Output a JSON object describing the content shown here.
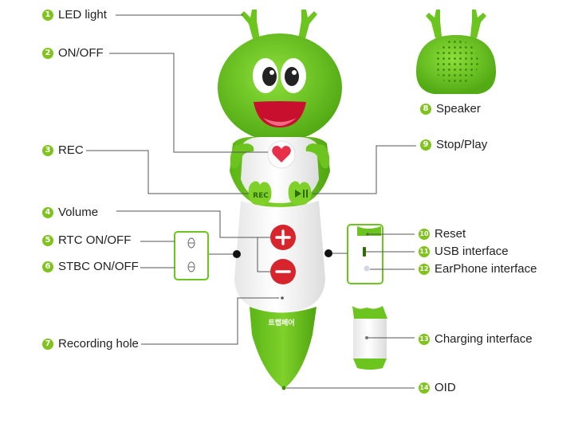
{
  "labels": [
    {
      "num": "1",
      "text": "LED light"
    },
    {
      "num": "2",
      "text": "ON/OFF"
    },
    {
      "num": "3",
      "text": "REC"
    },
    {
      "num": "4",
      "text": "Volume"
    },
    {
      "num": "5",
      "text": "RTC ON/OFF"
    },
    {
      "num": "6",
      "text": "STBC ON/OFF"
    },
    {
      "num": "7",
      "text": "Recording hole"
    },
    {
      "num": "8",
      "text": "Speaker"
    },
    {
      "num": "9",
      "text": "Stop/Play"
    },
    {
      "num": "10",
      "text": "Reset"
    },
    {
      "num": "11",
      "text": "USB interface"
    },
    {
      "num": "12",
      "text": "EarPhone interface"
    },
    {
      "num": "13",
      "text": "Charging interface"
    },
    {
      "num": "14",
      "text": "OID"
    }
  ],
  "device": {
    "rec_button": "REC",
    "brand": "트랩페어"
  },
  "colors": {
    "body_green": "#6cc41f",
    "dark_green": "#4f9e12",
    "badge_green": "#7fc31c",
    "button_red": "#d6252d",
    "heart_red": "#e8304a",
    "mouth_red": "#c8102e",
    "white": "#ffffff",
    "leader_line": "#555555"
  }
}
